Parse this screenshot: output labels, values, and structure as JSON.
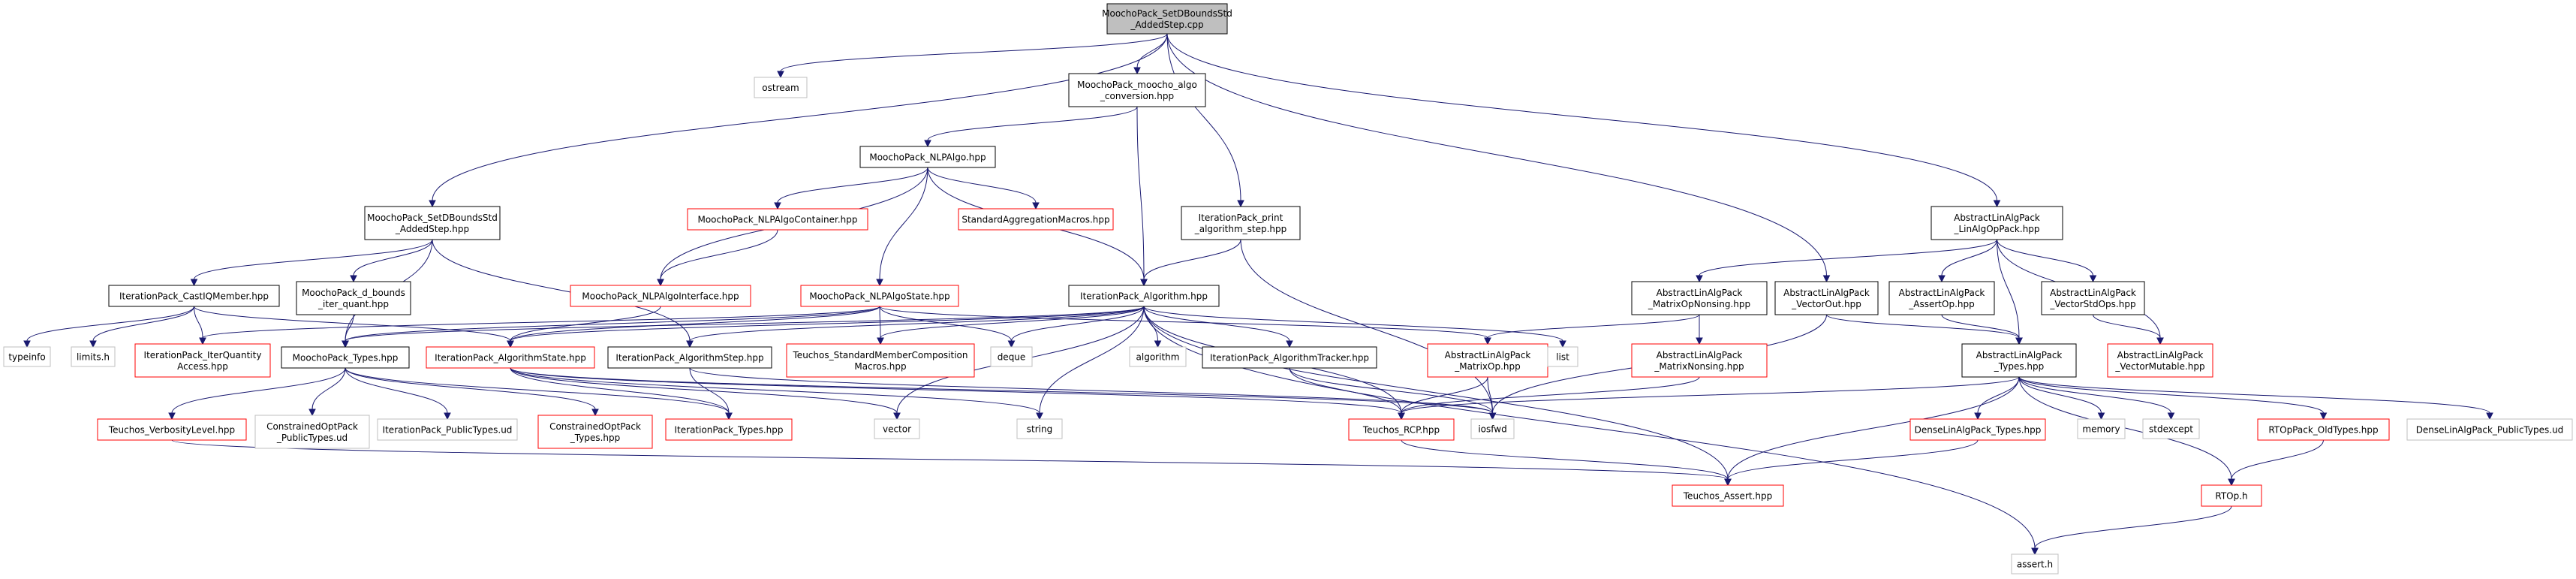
{
  "colors": {
    "edge": "#191970",
    "root_fill": "#bfbfbf",
    "border_black": "#000000",
    "border_red": "#ff0000",
    "border_gray": "#bfbfbf"
  },
  "nodes": [
    {
      "id": "root",
      "lines": [
        "MoochoPack_SetDBoundsStd",
        "_AddedStep.cpp"
      ],
      "style": "root"
    },
    {
      "id": "ostream",
      "lines": [
        "ostream"
      ],
      "style": "gray"
    },
    {
      "id": "algo_conv",
      "lines": [
        "MoochoPack_moocho_algo",
        "_conversion.hpp"
      ],
      "style": "black"
    },
    {
      "id": "nlpalgo",
      "lines": [
        "MoochoPack_NLPAlgo.hpp"
      ],
      "style": "black"
    },
    {
      "id": "setdb_hpp",
      "lines": [
        "MoochoPack_SetDBoundsStd",
        "_AddedStep.hpp"
      ],
      "style": "black"
    },
    {
      "id": "nlpalgo_container",
      "lines": [
        "MoochoPack_NLPAlgoContainer.hpp"
      ],
      "style": "red"
    },
    {
      "id": "std_agg",
      "lines": [
        "StandardAggregationMacros.hpp"
      ],
      "style": "red"
    },
    {
      "id": "print_step",
      "lines": [
        "IterationPack_print",
        "_algorithm_step.hpp"
      ],
      "style": "black"
    },
    {
      "id": "linalgop",
      "lines": [
        "AbstractLinAlgPack",
        "_LinAlgOpPack.hpp"
      ],
      "style": "black"
    },
    {
      "id": "castiq",
      "lines": [
        "IterationPack_CastIQMember.hpp"
      ],
      "style": "black"
    },
    {
      "id": "d_bounds",
      "lines": [
        "MoochoPack_d_bounds",
        "_iter_quant.hpp"
      ],
      "style": "black"
    },
    {
      "id": "nlpalgo_iface",
      "lines": [
        "MoochoPack_NLPAlgoInterface.hpp"
      ],
      "style": "red"
    },
    {
      "id": "nlpalgo_state",
      "lines": [
        "MoochoPack_NLPAlgoState.hpp"
      ],
      "style": "red"
    },
    {
      "id": "it_algorithm",
      "lines": [
        "IterationPack_Algorithm.hpp"
      ],
      "style": "black"
    },
    {
      "id": "matop_nonsing",
      "lines": [
        "AbstractLinAlgPack",
        "_MatrixOpNonsing.hpp"
      ],
      "style": "black"
    },
    {
      "id": "vectorout",
      "lines": [
        "AbstractLinAlgPack",
        "_VectorOut.hpp"
      ],
      "style": "black"
    },
    {
      "id": "assertop",
      "lines": [
        "AbstractLinAlgPack",
        "_AssertOp.hpp"
      ],
      "style": "black"
    },
    {
      "id": "vecstdops",
      "lines": [
        "AbstractLinAlgPack",
        "_VectorStdOps.hpp"
      ],
      "style": "black"
    },
    {
      "id": "typeinfo",
      "lines": [
        "typeinfo"
      ],
      "style": "gray"
    },
    {
      "id": "limits",
      "lines": [
        "limits.h"
      ],
      "style": "gray"
    },
    {
      "id": "iterq_access",
      "lines": [
        "IterationPack_IterQuantity",
        "Access.hpp"
      ],
      "style": "red"
    },
    {
      "id": "moocho_types",
      "lines": [
        "MoochoPack_Types.hpp"
      ],
      "style": "black"
    },
    {
      "id": "algo_state",
      "lines": [
        "IterationPack_AlgorithmState.hpp"
      ],
      "style": "red"
    },
    {
      "id": "algo_step",
      "lines": [
        "IterationPack_AlgorithmStep.hpp"
      ],
      "style": "black"
    },
    {
      "id": "teuchos_smc",
      "lines": [
        "Teuchos_StandardMemberComposition",
        "Macros.hpp"
      ],
      "style": "red"
    },
    {
      "id": "deque",
      "lines": [
        "deque"
      ],
      "style": "gray"
    },
    {
      "id": "algorithm",
      "lines": [
        "algorithm"
      ],
      "style": "gray"
    },
    {
      "id": "algo_tracker",
      "lines": [
        "IterationPack_AlgorithmTracker.hpp"
      ],
      "style": "black"
    },
    {
      "id": "matrixop",
      "lines": [
        "AbstractLinAlgPack",
        "_MatrixOp.hpp"
      ],
      "style": "red"
    },
    {
      "id": "list",
      "lines": [
        "list"
      ],
      "style": "gray"
    },
    {
      "id": "mat_nonsing",
      "lines": [
        "AbstractLinAlgPack",
        "_MatrixNonsing.hpp"
      ],
      "style": "red"
    },
    {
      "id": "alap_types",
      "lines": [
        "AbstractLinAlgPack",
        "_Types.hpp"
      ],
      "style": "black"
    },
    {
      "id": "vec_mutable",
      "lines": [
        "AbstractLinAlgPack",
        "_VectorMutable.hpp"
      ],
      "style": "red"
    },
    {
      "id": "verbosity",
      "lines": [
        "Teuchos_VerbosityLevel.hpp"
      ],
      "style": "red"
    },
    {
      "id": "copack_pub",
      "lines": [
        "ConstrainedOptPack",
        "_PublicTypes.ud"
      ],
      "style": "gray"
    },
    {
      "id": "itpack_pub",
      "lines": [
        "IterationPack_PublicTypes.ud"
      ],
      "style": "gray"
    },
    {
      "id": "copack_types",
      "lines": [
        "ConstrainedOptPack",
        "_Types.hpp"
      ],
      "style": "red"
    },
    {
      "id": "itpack_types",
      "lines": [
        "IterationPack_Types.hpp"
      ],
      "style": "red"
    },
    {
      "id": "vector",
      "lines": [
        "vector"
      ],
      "style": "gray"
    },
    {
      "id": "string",
      "lines": [
        "string"
      ],
      "style": "gray"
    },
    {
      "id": "rcp",
      "lines": [
        "Teuchos_RCP.hpp"
      ],
      "style": "red"
    },
    {
      "id": "iosfwd",
      "lines": [
        "iosfwd"
      ],
      "style": "gray"
    },
    {
      "id": "dlap_types",
      "lines": [
        "DenseLinAlgPack_Types.hpp"
      ],
      "style": "red"
    },
    {
      "id": "memory",
      "lines": [
        "memory"
      ],
      "style": "gray"
    },
    {
      "id": "stdexcept",
      "lines": [
        "stdexcept"
      ],
      "style": "gray"
    },
    {
      "id": "rtop_old",
      "lines": [
        "RTOpPack_OldTypes.hpp"
      ],
      "style": "red"
    },
    {
      "id": "dlap_pub",
      "lines": [
        "DenseLinAlgPack_PublicTypes.ud"
      ],
      "style": "gray"
    },
    {
      "id": "teuchos_assert",
      "lines": [
        "Teuchos_Assert.hpp"
      ],
      "style": "red"
    },
    {
      "id": "rtop_h",
      "lines": [
        "RTOp.h"
      ],
      "style": "red"
    },
    {
      "id": "assert_h",
      "lines": [
        "assert.h"
      ],
      "style": "gray"
    }
  ],
  "edges": [
    [
      "root",
      "ostream"
    ],
    [
      "root",
      "algo_conv"
    ],
    [
      "root",
      "setdb_hpp"
    ],
    [
      "root",
      "print_step"
    ],
    [
      "root",
      "linalgop"
    ],
    [
      "root",
      "vectorout"
    ],
    [
      "algo_conv",
      "nlpalgo"
    ],
    [
      "algo_conv",
      "it_algorithm"
    ],
    [
      "nlpalgo",
      "nlpalgo_container"
    ],
    [
      "nlpalgo",
      "std_agg"
    ],
    [
      "nlpalgo",
      "nlpalgo_iface"
    ],
    [
      "nlpalgo",
      "nlpalgo_state"
    ],
    [
      "nlpalgo",
      "it_algorithm"
    ],
    [
      "nlpalgo_container",
      "nlpalgo_iface"
    ],
    [
      "nlpalgo_iface",
      "algo_state"
    ],
    [
      "setdb_hpp",
      "castiq"
    ],
    [
      "setdb_hpp",
      "d_bounds"
    ],
    [
      "setdb_hpp",
      "moocho_types"
    ],
    [
      "setdb_hpp",
      "algo_step"
    ],
    [
      "castiq",
      "typeinfo"
    ],
    [
      "castiq",
      "limits"
    ],
    [
      "castiq",
      "iterq_access"
    ],
    [
      "castiq",
      "algo_state"
    ],
    [
      "d_bounds",
      "moocho_types"
    ],
    [
      "print_step",
      "it_algorithm"
    ],
    [
      "print_step",
      "iosfwd"
    ],
    [
      "nlpalgo_state",
      "iterq_access"
    ],
    [
      "nlpalgo_state",
      "moocho_types"
    ],
    [
      "nlpalgo_state",
      "algo_state"
    ],
    [
      "nlpalgo_state",
      "teuchos_smc"
    ],
    [
      "nlpalgo_state",
      "deque"
    ],
    [
      "nlpalgo_state",
      "matrixop"
    ],
    [
      "it_algorithm",
      "algo_state"
    ],
    [
      "it_algorithm",
      "algo_step"
    ],
    [
      "it_algorithm",
      "teuchos_smc"
    ],
    [
      "it_algorithm",
      "deque"
    ],
    [
      "it_algorithm",
      "algorithm"
    ],
    [
      "it_algorithm",
      "algo_tracker"
    ],
    [
      "it_algorithm",
      "list"
    ],
    [
      "it_algorithm",
      "vector"
    ],
    [
      "it_algorithm",
      "string"
    ],
    [
      "it_algorithm",
      "rcp"
    ],
    [
      "it_algorithm",
      "teuchos_assert"
    ],
    [
      "it_algorithm",
      "assert_h"
    ],
    [
      "it_algorithm",
      "moocho_types"
    ],
    [
      "moocho_types",
      "verbosity"
    ],
    [
      "moocho_types",
      "copack_pub"
    ],
    [
      "moocho_types",
      "itpack_pub"
    ],
    [
      "moocho_types",
      "copack_types"
    ],
    [
      "moocho_types",
      "itpack_types"
    ],
    [
      "algo_state",
      "itpack_types"
    ],
    [
      "algo_state",
      "vector"
    ],
    [
      "algo_state",
      "string"
    ],
    [
      "algo_state",
      "rcp"
    ],
    [
      "algo_state",
      "iosfwd"
    ],
    [
      "algo_step",
      "itpack_types"
    ],
    [
      "algo_step",
      "iosfwd"
    ],
    [
      "algo_tracker",
      "rcp"
    ],
    [
      "algo_tracker",
      "iosfwd"
    ],
    [
      "matrixop",
      "rcp"
    ],
    [
      "matrixop",
      "iosfwd"
    ],
    [
      "linalgop",
      "matop_nonsing"
    ],
    [
      "linalgop",
      "assertop"
    ],
    [
      "linalgop",
      "vecstdops"
    ],
    [
      "linalgop",
      "alap_types"
    ],
    [
      "linalgop",
      "vec_mutable"
    ],
    [
      "matop_nonsing",
      "matrixop"
    ],
    [
      "matop_nonsing",
      "mat_nonsing"
    ],
    [
      "mat_nonsing",
      "rcp"
    ],
    [
      "vectorout",
      "alap_types"
    ],
    [
      "vectorout",
      "iosfwd"
    ],
    [
      "assertop",
      "alap_types"
    ],
    [
      "vecstdops",
      "vec_mutable"
    ],
    [
      "alap_types",
      "rcp"
    ],
    [
      "alap_types",
      "dlap_types"
    ],
    [
      "alap_types",
      "memory"
    ],
    [
      "alap_types",
      "stdexcept"
    ],
    [
      "alap_types",
      "rtop_old"
    ],
    [
      "alap_types",
      "dlap_pub"
    ],
    [
      "alap_types",
      "teuchos_assert"
    ],
    [
      "alap_types",
      "rtop_h"
    ],
    [
      "dlap_types",
      "teuchos_assert"
    ],
    [
      "rtop_old",
      "rtop_h"
    ],
    [
      "rcp",
      "teuchos_assert"
    ],
    [
      "rtop_h",
      "assert_h"
    ],
    [
      "verbosity",
      "teuchos_assert"
    ]
  ]
}
